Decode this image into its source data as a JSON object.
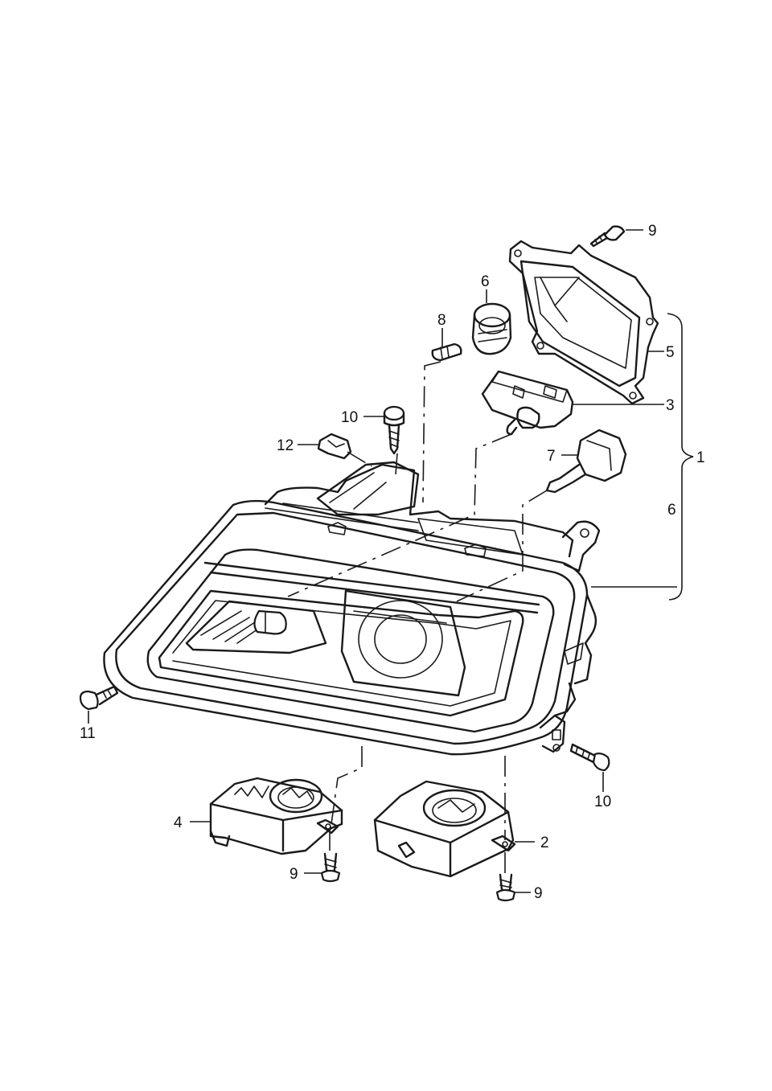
{
  "callouts": {
    "c1": "1",
    "c2": "2",
    "c3": "3",
    "c4": "4",
    "c5": "5",
    "c6_top": "6",
    "c6_side": "6",
    "c7": "7",
    "c8": "8",
    "c9_top": "9",
    "c9_left": "9",
    "c9_right": "9",
    "c10_top": "10",
    "c10_bottom": "10",
    "c11": "11",
    "c12": "12"
  }
}
